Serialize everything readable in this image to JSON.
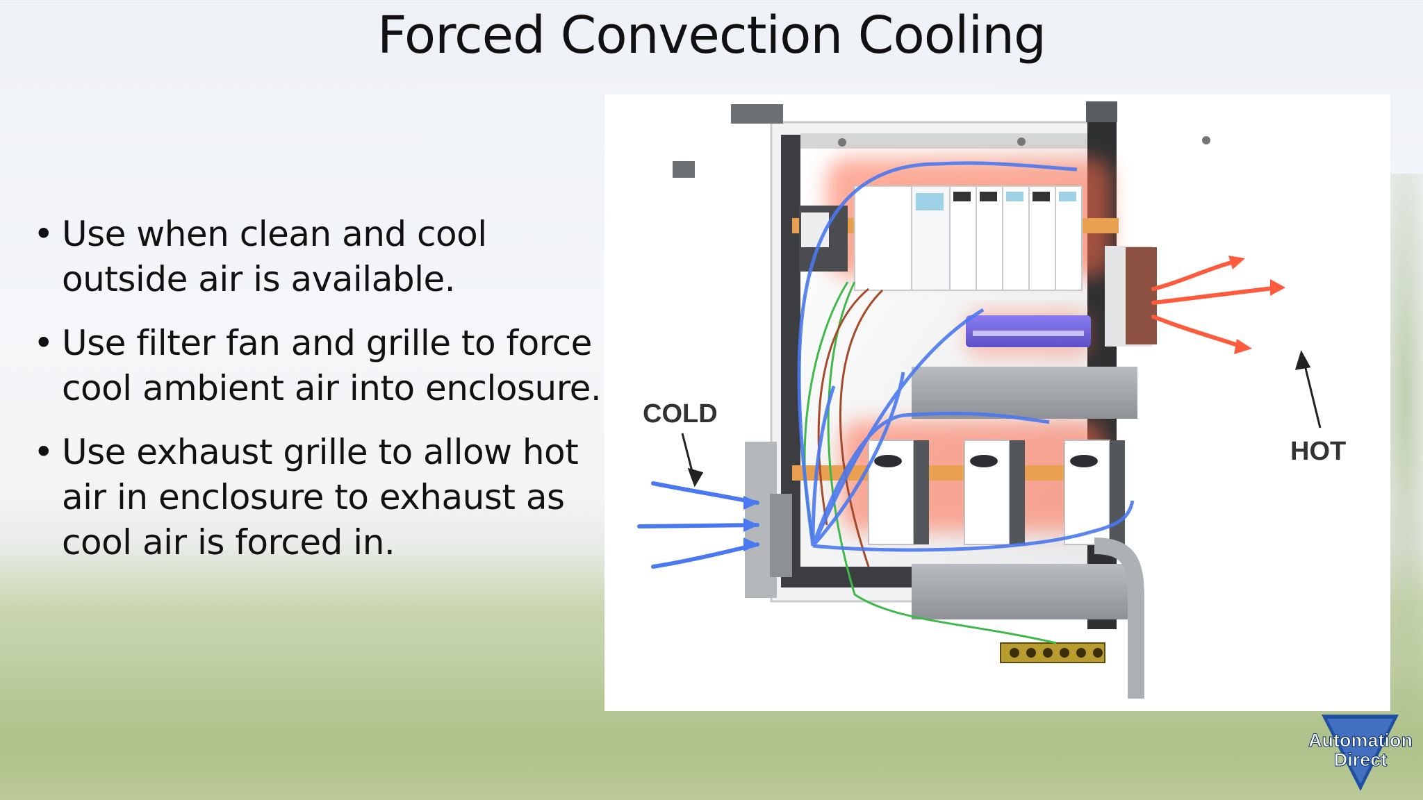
{
  "slide": {
    "title": "Forced Convection Cooling",
    "bullets": [
      "Use when clean and cool outside air is available.",
      "Use filter fan and grille to force cool ambient air into enclosure.",
      "Use exhaust grille to allow hot air in enclosure to exhaust as cool air is forced in."
    ]
  },
  "diagram": {
    "label_cold": "COLD",
    "label_hot": "HOT",
    "colors": {
      "cold_air": "#4a78f0",
      "hot_air": "#ff5a3c",
      "enclosure": "#e4e6e8",
      "frame": "#3b3d40"
    }
  },
  "logo": {
    "line1": "Automation",
    "line2": "Direct",
    "color": "#1f4fa0"
  }
}
